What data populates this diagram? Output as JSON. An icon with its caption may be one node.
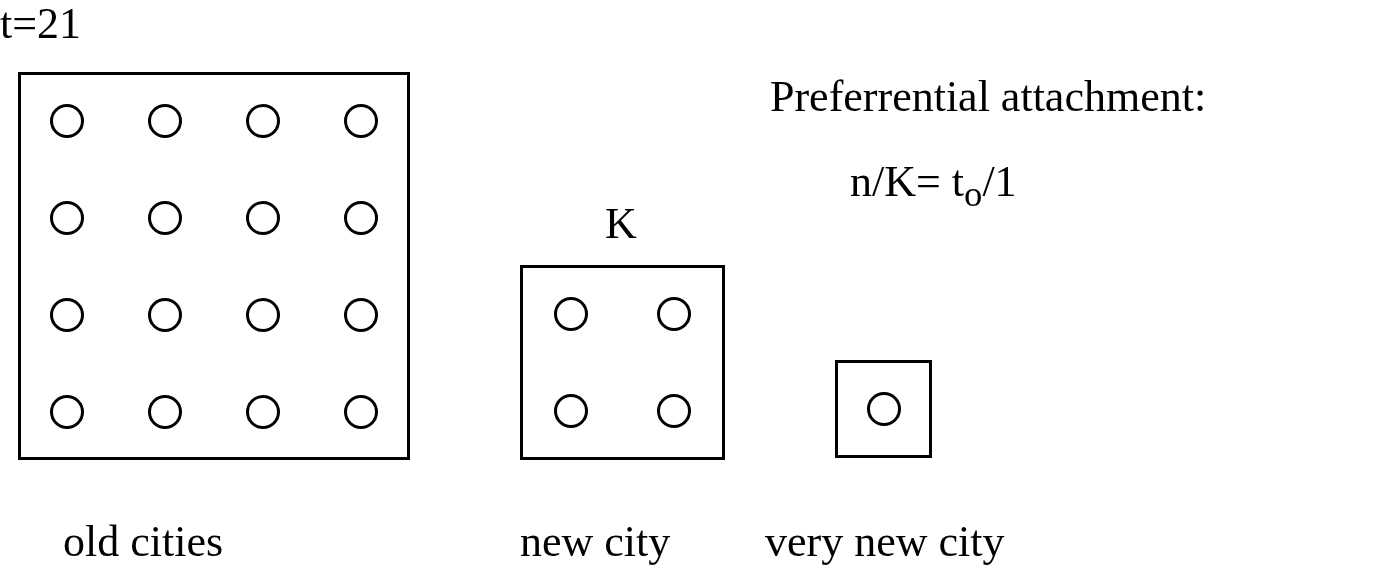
{
  "diagram": {
    "nodes": [
      {
        "text": [
          "old cities"
        ],
        "beside": [
          "t=21"
        ]
      },
      {
        "text": [],
        "shape": "circle",
        "in": 0
      },
      {
        "text": [],
        "shape": "circle",
        "in": 0
      },
      {
        "text": [],
        "shape": "circle",
        "in": 0
      },
      {
        "text": [],
        "shape": "circle",
        "in": 0
      },
      {
        "text": [],
        "shape": "circle",
        "in": 0
      },
      {
        "text": [],
        "shape": "circle",
        "in": 0
      },
      {
        "text": [],
        "shape": "circle",
        "in": 0
      },
      {
        "text": [],
        "shape": "circle",
        "in": 0
      },
      {
        "text": [],
        "shape": "circle",
        "in": 0
      },
      {
        "text": [],
        "shape": "circle",
        "in": 0
      },
      {
        "text": [],
        "shape": "circle",
        "in": 0
      },
      {
        "text": [],
        "shape": "circle",
        "in": 0
      },
      {
        "text": [],
        "shape": "circle",
        "in": 0
      },
      {
        "text": [],
        "shape": "circle",
        "in": 0
      },
      {
        "text": [],
        "shape": "circle",
        "in": 0
      },
      {
        "text": [],
        "shape": "circle",
        "in": 0
      },
      {
        "text": [
          "new city"
        ],
        "beside": [
          "K"
        ]
      },
      {
        "text": [],
        "shape": "circle",
        "in": 17
      },
      {
        "text": [],
        "shape": "circle",
        "in": 17
      },
      {
        "text": [],
        "shape": "circle",
        "in": 17
      },
      {
        "text": [],
        "shape": "circle",
        "in": 17
      },
      {
        "text": [
          "very new city"
        ]
      },
      {
        "text": [],
        "shape": "circle",
        "in": 22
      }
    ],
    "labels": [
      "Preferrential attachment:",
      "n/K= t$_{o}$/1"
    ]
  }
}
